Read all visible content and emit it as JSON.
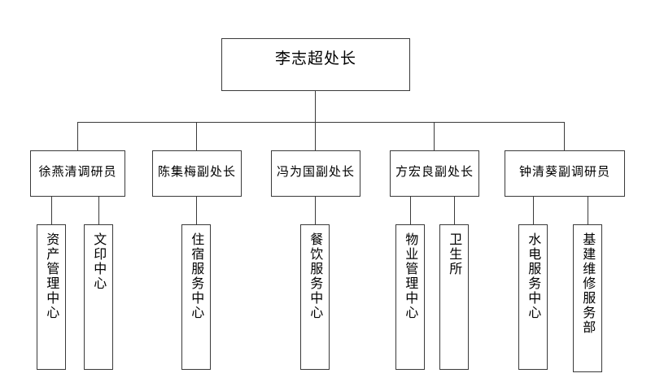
{
  "chart": {
    "title_text": "李志超处长",
    "orientation": "top-down-org-chart",
    "line_color": "#3a3a3a",
    "box_fill": "#ffffff",
    "background": "#ffffff"
  },
  "root": {
    "label": "李志超处长"
  },
  "managers": [
    {
      "label": "徐燕清调研员"
    },
    {
      "label": "陈集梅副处长"
    },
    {
      "label": "冯为国副处长"
    },
    {
      "label": "方宏良副处长"
    },
    {
      "label": "钟清葵副调研员"
    }
  ],
  "units": [
    {
      "label": "资产管理中心"
    },
    {
      "label": "文印中心"
    },
    {
      "label": "住宿服务中心"
    },
    {
      "label": "餐饮服务中心"
    },
    {
      "label": "物业管理中心"
    },
    {
      "label": "卫生所"
    },
    {
      "label": "水电服务中心"
    },
    {
      "label": "基建维修服务部"
    }
  ]
}
